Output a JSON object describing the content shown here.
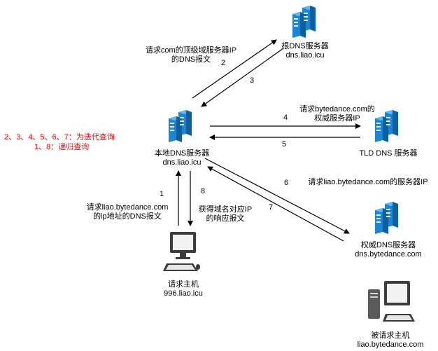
{
  "nodes": {
    "root_dns": {
      "name": "根DNS服务器",
      "host": "dns.liao.icu",
      "icon": "server-icon"
    },
    "local_dns": {
      "name": "本地DNS服务器",
      "host": "dns.liao.icu",
      "icon": "server-icon"
    },
    "tld_dns": {
      "name": "TLD DNS 服务器",
      "icon": "server-icon"
    },
    "auth_dns": {
      "name": "权威DNS服务器",
      "host": "dns.bytedance.com",
      "icon": "server-icon"
    },
    "client": {
      "name": "请求主机",
      "host": "996.liao.icu",
      "icon": "computer-icon"
    },
    "target": {
      "name": "被请求主机",
      "host": "liao.bytedance.com",
      "icon": "desktop-tower-icon"
    }
  },
  "steps": {
    "s1": {
      "num": "1",
      "desc_line1": "请求liao.bytedance.com",
      "desc_line2": "的ip地址的DNS报文"
    },
    "s2": {
      "num": "2",
      "desc_line1": "请求com的顶级域服务器IP",
      "desc_line2": "的DNS报文"
    },
    "s3": {
      "num": "3"
    },
    "s4": {
      "num": "4",
      "desc_line1": "请求bytedance.com的",
      "desc_line2": "权威服务器IP"
    },
    "s5": {
      "num": "5"
    },
    "s6": {
      "num": "6",
      "desc_line1": "请求liao.bytedance.com的服务器IP"
    },
    "s7": {
      "num": "7"
    },
    "s8": {
      "num": "8",
      "desc_line1": "获得域名对应IP",
      "desc_line2": "的响应报文"
    }
  },
  "notes": {
    "iterative": "2、3、4、5、6、7：为迭代查询",
    "recursive": "1、8：递归查询"
  },
  "colors": {
    "note": "#ff0000",
    "server_blue": "#1b86d4",
    "server_light": "#5cb8f0",
    "computer_gray": "#3c3c3c"
  }
}
